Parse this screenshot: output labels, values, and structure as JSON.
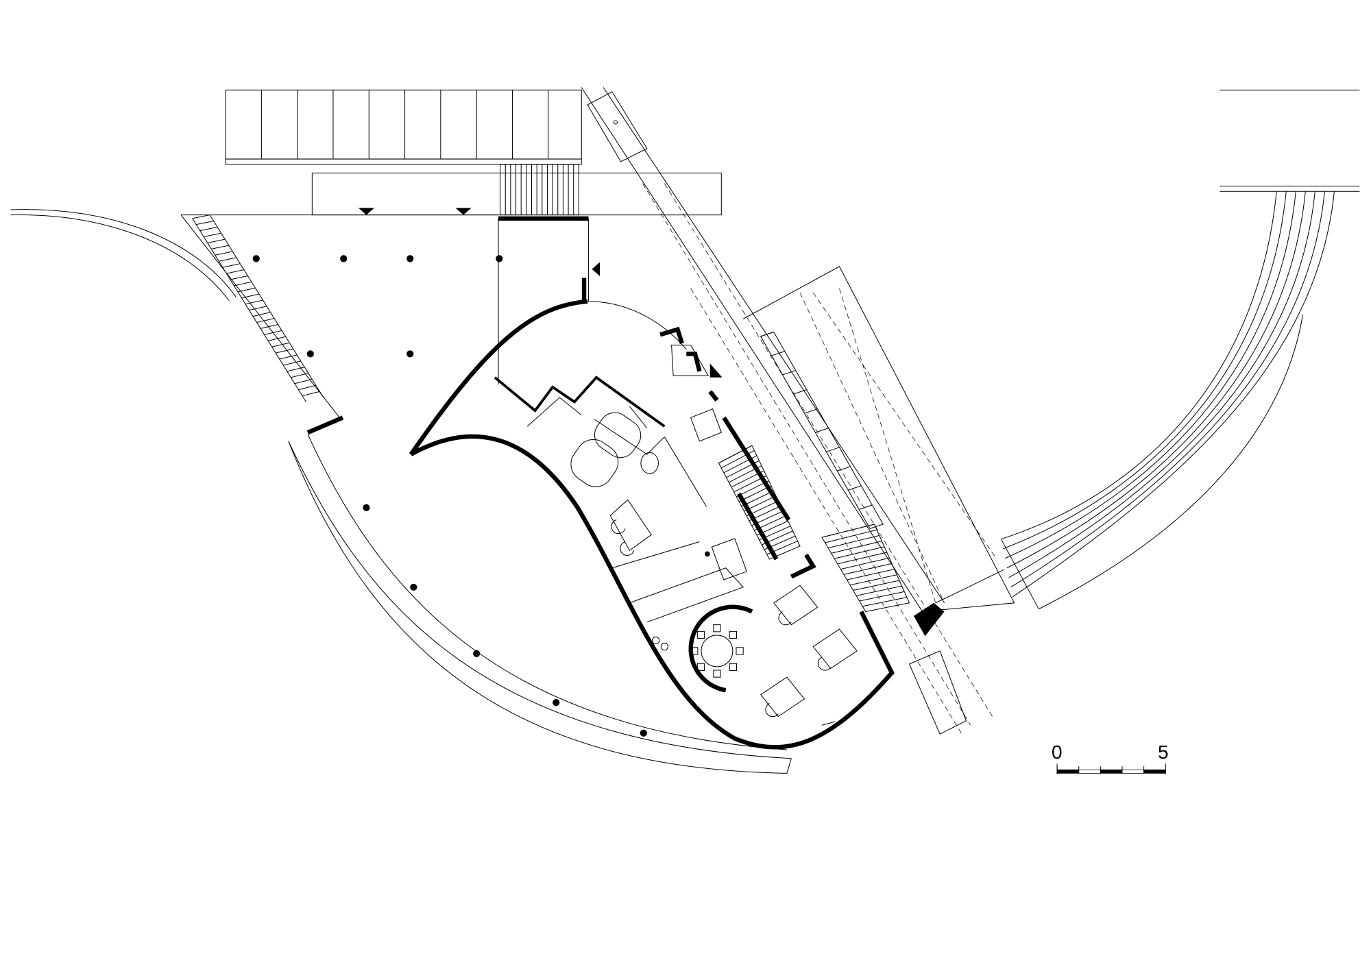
{
  "scale_bar": {
    "start_label": "0",
    "end_label": "5",
    "segments": 5
  },
  "colors": {
    "line": "#000000",
    "background": "#ffffff"
  }
}
